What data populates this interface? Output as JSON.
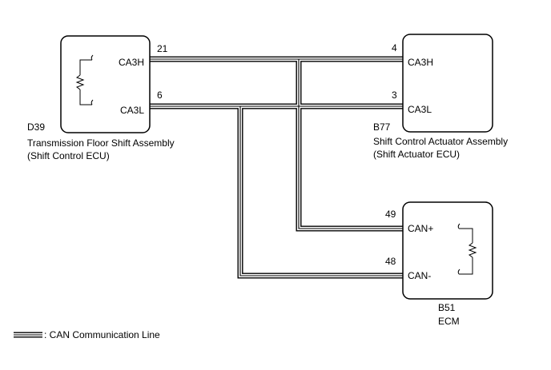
{
  "components": {
    "d39": {
      "code": "D39",
      "name_line1": "Transmission Floor Shift Assembly",
      "name_line2": "(Shift Control ECU)",
      "terminals": {
        "top": "CA3H",
        "bottom": "CA3L"
      },
      "pins": {
        "top": "21",
        "bottom": "6"
      }
    },
    "b77": {
      "code": "B77",
      "name_line1": "Shift Control Actuator Assembly",
      "name_line2": "(Shift Actuator ECU)",
      "terminals": {
        "top": "CA3H",
        "bottom": "CA3L"
      },
      "pins": {
        "top": "4",
        "bottom": "3"
      }
    },
    "b51": {
      "code": "B51",
      "name_line1": "ECM",
      "terminals": {
        "top": "CAN+",
        "bottom": "CAN-"
      },
      "pins": {
        "top": "49",
        "bottom": "48"
      }
    }
  },
  "legend": {
    "text": ": CAN Communication Line"
  }
}
